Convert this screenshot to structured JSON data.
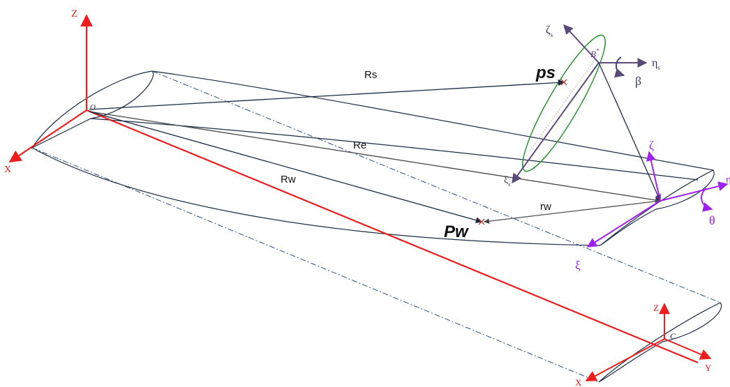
{
  "labels": {
    "origin_z": "Z",
    "origin_x": "X",
    "origin_o": "O",
    "rs": "Rs",
    "re": "Re",
    "rw": "Rw",
    "rw_small": "rw",
    "ps": "ps",
    "pw": "Pw",
    "zeta_s": "ζ",
    "zeta_s_sub": "s",
    "eta_s": "η",
    "eta_s_sub": "s",
    "beta": "β",
    "b_star": "B",
    "b_star_sup": "*",
    "xi_s": "ξ",
    "xi_s_sub": "s",
    "zeta": "ζ",
    "eta": "η",
    "theta": "θ",
    "xi": "ξ",
    "c_mark": "C",
    "tip_z": "Z",
    "tip_y": "Y",
    "tip_x": "X",
    "tip_c": "C"
  },
  "colors": {
    "red": "#ee1c1c",
    "dark": "#1b2a41",
    "purple": "#a020f0",
    "slate": "#5a4a7a",
    "green": "#1f8f2a",
    "dashdot": "#2f4f7f",
    "gray": "#555555"
  }
}
